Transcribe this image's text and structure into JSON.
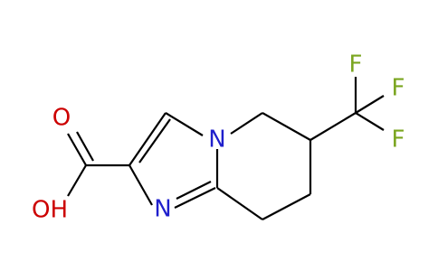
{
  "molecule": {
    "atoms": {
      "oxygen_carbonyl": "O",
      "hydroxyl": "OH",
      "nitrogen_bridgehead": "N",
      "nitrogen_imine": "N",
      "fluorine_top": "F",
      "fluorine_right": "F",
      "fluorine_bottom": "F"
    },
    "colors": {
      "bond": "#000000",
      "oxygen": "#cc0000",
      "nitrogen": "#1f1fcc",
      "fluorine": "#7aa51f"
    }
  }
}
